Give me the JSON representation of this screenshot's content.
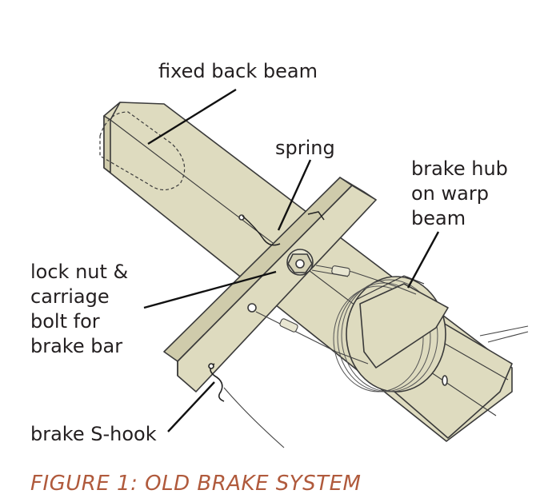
{
  "labels": {
    "fixed_back_beam": "fixed back beam",
    "spring": "spring",
    "brake_hub": [
      "brake hub",
      "on warp",
      "beam"
    ],
    "lock_nut": [
      "lock nut &",
      "carriage",
      "bolt for",
      "brake bar"
    ],
    "brake_s_hook": "brake S-hook"
  },
  "caption": "FIGURE 1: OLD BRAKE SYSTEM",
  "colors": {
    "wood": "#dedbbf",
    "outline": "#3a3a3a",
    "leader": "#111111",
    "caption": "#b05a3c"
  }
}
